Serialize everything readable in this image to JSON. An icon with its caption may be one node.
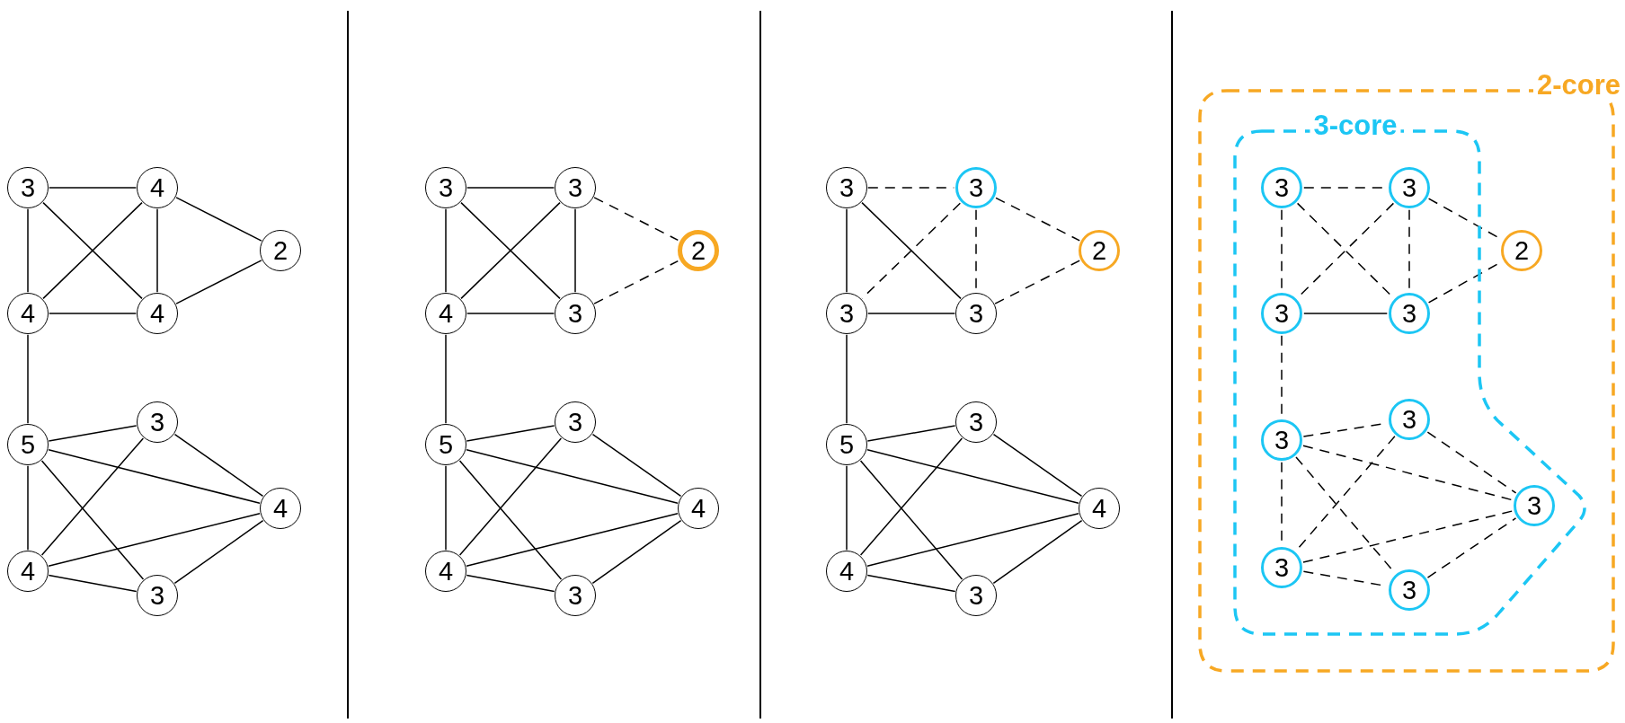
{
  "diagram": {
    "nodes": [
      {
        "text": [
          "3"
        ]
      },
      {
        "text": [
          "4"
        ]
      },
      {
        "text": [
          "2"
        ]
      },
      {
        "text": [
          "4"
        ]
      },
      {
        "text": [
          "4"
        ]
      },
      {
        "text": [
          "5"
        ]
      },
      {
        "text": [
          "3"
        ]
      },
      {
        "text": [
          "4"
        ]
      },
      {
        "text": [
          "4"
        ]
      },
      {
        "text": [
          "3"
        ]
      },
      {
        "text": [
          "3"
        ]
      },
      {
        "text": [
          "3"
        ]
      },
      {
        "text": [
          "2"
        ]
      },
      {
        "text": [
          "4"
        ]
      },
      {
        "text": [
          "3"
        ]
      },
      {
        "text": [
          "5"
        ]
      },
      {
        "text": [
          "3"
        ]
      },
      {
        "text": [
          "4"
        ]
      },
      {
        "text": [
          "4"
        ]
      },
      {
        "text": [
          "3"
        ]
      },
      {
        "text": [
          "3"
        ]
      },
      {
        "text": [
          "3"
        ]
      },
      {
        "text": [
          "2"
        ]
      },
      {
        "text": [
          "3"
        ]
      },
      {
        "text": [
          "3"
        ]
      },
      {
        "text": [
          "5"
        ]
      },
      {
        "text": [
          "3"
        ]
      },
      {
        "text": [
          "4"
        ]
      },
      {
        "text": [
          "4"
        ]
      },
      {
        "text": [
          "3"
        ]
      },
      {
        "text": [
          "2-core"
        ]
      },
      {
        "text": [
          "3-core"
        ],
        "in": 30
      },
      {
        "text": [
          "3"
        ],
        "in": 31
      },
      {
        "text": [
          "3"
        ],
        "in": 31
      },
      {
        "text": [
          "2"
        ],
        "in": 30
      },
      {
        "text": [
          "3"
        ],
        "in": 31
      },
      {
        "text": [
          "3"
        ],
        "in": 31
      },
      {
        "text": [
          "3"
        ],
        "in": 31
      },
      {
        "text": [
          "3"
        ],
        "in": 31
      },
      {
        "text": [
          "3"
        ],
        "in": 31
      },
      {
        "text": [
          "3"
        ],
        "in": 31
      },
      {
        "text": [
          "3"
        ],
        "in": 31
      }
    ],
    "edges": [
      {
        "from": 0,
        "to": 1,
        "arrow": "none"
      },
      {
        "from": 0,
        "to": 3,
        "arrow": "none"
      },
      {
        "from": 0,
        "to": 4,
        "arrow": "none"
      },
      {
        "from": 1,
        "to": 3,
        "arrow": "none"
      },
      {
        "from": 1,
        "to": 4,
        "arrow": "none"
      },
      {
        "from": 1,
        "to": 2,
        "arrow": "none"
      },
      {
        "from": 3,
        "to": 4,
        "arrow": "none"
      },
      {
        "from": 4,
        "to": 2,
        "arrow": "none"
      },
      {
        "from": 3,
        "to": 5,
        "arrow": "none"
      },
      {
        "from": 5,
        "to": 6,
        "arrow": "none"
      },
      {
        "from": 5,
        "to": 7,
        "arrow": "none"
      },
      {
        "from": 5,
        "to": 8,
        "arrow": "none"
      },
      {
        "from": 5,
        "to": 9,
        "arrow": "none"
      },
      {
        "from": 6,
        "to": 8,
        "arrow": "none"
      },
      {
        "from": 6,
        "to": 7,
        "arrow": "none"
      },
      {
        "from": 8,
        "to": 7,
        "arrow": "none"
      },
      {
        "from": 8,
        "to": 9,
        "arrow": "none"
      },
      {
        "from": 9,
        "to": 7,
        "arrow": "none"
      },
      {
        "from": 10,
        "to": 11,
        "arrow": "none"
      },
      {
        "from": 10,
        "to": 13,
        "arrow": "none"
      },
      {
        "from": 10,
        "to": 14,
        "arrow": "none"
      },
      {
        "from": 11,
        "to": 13,
        "arrow": "none"
      },
      {
        "from": 11,
        "to": 14,
        "arrow": "none"
      },
      {
        "from": 11,
        "to": 12,
        "arrow": "none",
        "style": "dashed"
      },
      {
        "from": 13,
        "to": 14,
        "arrow": "none"
      },
      {
        "from": 14,
        "to": 12,
        "arrow": "none",
        "style": "dashed"
      },
      {
        "from": 13,
        "to": 15,
        "arrow": "none"
      },
      {
        "from": 15,
        "to": 16,
        "arrow": "none"
      },
      {
        "from": 15,
        "to": 17,
        "arrow": "none"
      },
      {
        "from": 15,
        "to": 18,
        "arrow": "none"
      },
      {
        "from": 15,
        "to": 19,
        "arrow": "none"
      },
      {
        "from": 16,
        "to": 18,
        "arrow": "none"
      },
      {
        "from": 16,
        "to": 17,
        "arrow": "none"
      },
      {
        "from": 18,
        "to": 17,
        "arrow": "none"
      },
      {
        "from": 18,
        "to": 19,
        "arrow": "none"
      },
      {
        "from": 19,
        "to": 17,
        "arrow": "none"
      },
      {
        "from": 20,
        "to": 21,
        "arrow": "none",
        "style": "dashed"
      },
      {
        "from": 20,
        "to": 23,
        "arrow": "none"
      },
      {
        "from": 20,
        "to": 24,
        "arrow": "none"
      },
      {
        "from": 21,
        "to": 23,
        "arrow": "none",
        "style": "dashed"
      },
      {
        "from": 21,
        "to": 24,
        "arrow": "none",
        "style": "dashed"
      },
      {
        "from": 21,
        "to": 22,
        "arrow": "none",
        "style": "dashed"
      },
      {
        "from": 23,
        "to": 24,
        "arrow": "none"
      },
      {
        "from": 24,
        "to": 22,
        "arrow": "none",
        "style": "dashed"
      },
      {
        "from": 23,
        "to": 25,
        "arrow": "none"
      },
      {
        "from": 25,
        "to": 26,
        "arrow": "none"
      },
      {
        "from": 25,
        "to": 27,
        "arrow": "none"
      },
      {
        "from": 25,
        "to": 28,
        "arrow": "none"
      },
      {
        "from": 25,
        "to": 29,
        "arrow": "none"
      },
      {
        "from": 26,
        "to": 28,
        "arrow": "none"
      },
      {
        "from": 26,
        "to": 27,
        "arrow": "none"
      },
      {
        "from": 28,
        "to": 27,
        "arrow": "none"
      },
      {
        "from": 28,
        "to": 29,
        "arrow": "none"
      },
      {
        "from": 29,
        "to": 27,
        "arrow": "none"
      },
      {
        "from": 32,
        "to": 33,
        "arrow": "none",
        "style": "dashed"
      },
      {
        "from": 32,
        "to": 35,
        "arrow": "none",
        "style": "dashed"
      },
      {
        "from": 32,
        "to": 36,
        "arrow": "none",
        "style": "dashed"
      },
      {
        "from": 33,
        "to": 35,
        "arrow": "none",
        "style": "dashed"
      },
      {
        "from": 33,
        "to": 36,
        "arrow": "none",
        "style": "dashed"
      },
      {
        "from": 33,
        "to": 34,
        "arrow": "none",
        "style": "dashed"
      },
      {
        "from": 35,
        "to": 36,
        "arrow": "none"
      },
      {
        "from": 36,
        "to": 34,
        "arrow": "none",
        "style": "dashed"
      },
      {
        "from": 35,
        "to": 37,
        "arrow": "none",
        "style": "dashed"
      },
      {
        "from": 37,
        "to": 38,
        "arrow": "none",
        "style": "dashed"
      },
      {
        "from": 37,
        "to": 39,
        "arrow": "none",
        "style": "dashed"
      },
      {
        "from": 37,
        "to": 40,
        "arrow": "none",
        "style": "dashed"
      },
      {
        "from": 37,
        "to": 41,
        "arrow": "none",
        "style": "dashed"
      },
      {
        "from": 38,
        "to": 40,
        "arrow": "none",
        "style": "dashed"
      },
      {
        "from": 38,
        "to": 39,
        "arrow": "none",
        "style": "dashed"
      },
      {
        "from": 40,
        "to": 39,
        "arrow": "none",
        "style": "dashed"
      },
      {
        "from": 40,
        "to": 41,
        "arrow": "none",
        "style": "dashed"
      },
      {
        "from": 41,
        "to": 39,
        "arrow": "none",
        "style": "dashed"
      }
    ]
  }
}
